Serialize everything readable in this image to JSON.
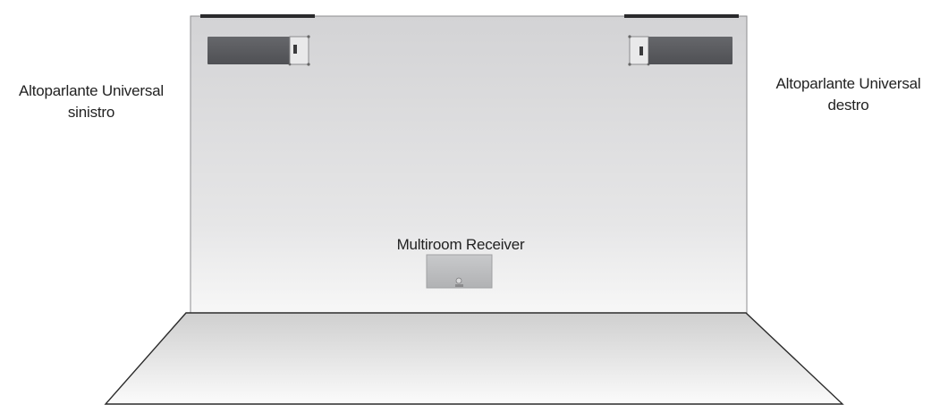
{
  "labels": {
    "left_speaker": {
      "line1": "Altoparlante Universal",
      "line2": "sinistro"
    },
    "right_speaker": {
      "line1": "Altoparlante Universal",
      "line2": "destro"
    },
    "receiver": "Multiroom Receiver"
  },
  "colors": {
    "wall_top": "#d3d3d5",
    "wall_bottom": "#f4f4f4",
    "floor_top": "#cfcfcf",
    "floor_bottom": "#fbfbfb",
    "speaker_body": "#5b5c60",
    "ceiling_bar": "#2a2a2c",
    "receiver_body": "#bdbec0"
  }
}
